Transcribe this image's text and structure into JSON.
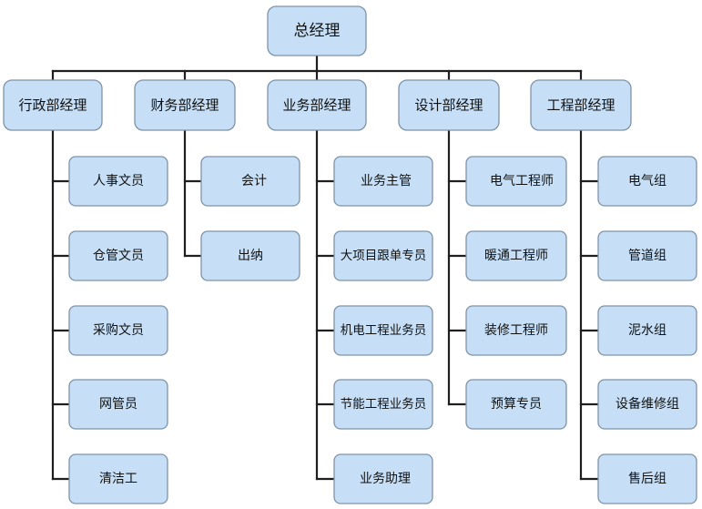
{
  "org_chart": {
    "root": {
      "label": "总经理"
    },
    "departments": [
      {
        "label": "行政部经理",
        "staff": [
          "人事文员",
          "仓管文员",
          "采购文员",
          "网管员",
          "清洁工"
        ]
      },
      {
        "label": "财务部经理",
        "staff": [
          "会计",
          "出纳"
        ]
      },
      {
        "label": "业务部经理",
        "staff": [
          "业务主管",
          "大项目跟单专员",
          "机电工程业务员",
          "节能工程业务员",
          "业务助理"
        ]
      },
      {
        "label": "设计部经理",
        "staff": [
          "电气工程师",
          "暖通工程师",
          "装修工程师",
          "预算专员"
        ]
      },
      {
        "label": "工程部经理",
        "staff": [
          "电气组",
          "管道组",
          "泥水组",
          "设备维修组",
          "售后组"
        ]
      }
    ]
  },
  "colors": {
    "box_fill": "#c6dff6",
    "box_stroke": "#7f93a6",
    "line": "#1f1f1f",
    "text": "#111111"
  }
}
